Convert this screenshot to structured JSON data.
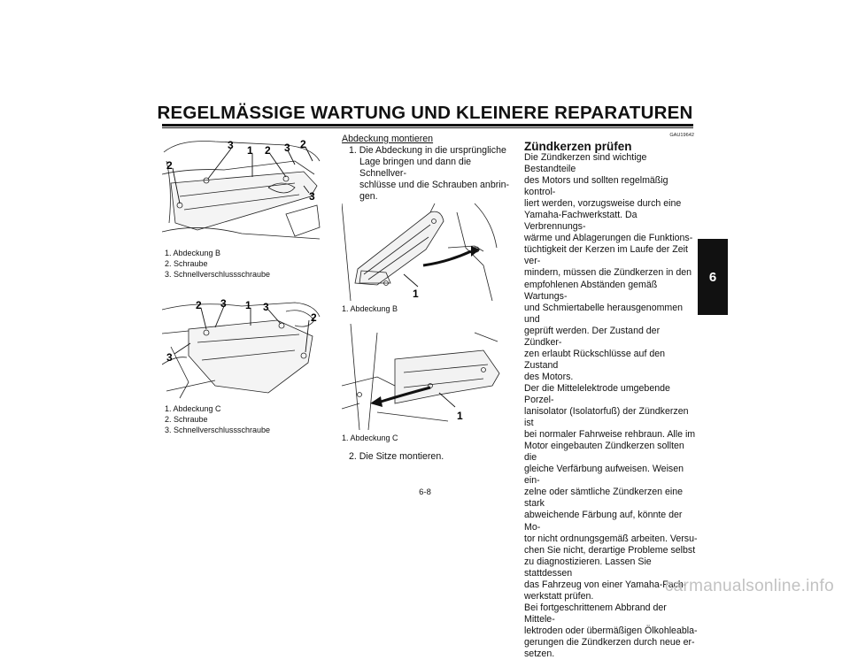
{
  "header": {
    "title": "REGELMÄSSIGE WARTUNG UND KLEINERE REPARATUREN"
  },
  "chapter_tab": "6",
  "page_number": "6-8",
  "watermark": "carmanualsonline.info",
  "left_column": {
    "figure1": {
      "callouts": [
        "3",
        "1",
        "2",
        "3",
        "2",
        "2",
        "3"
      ],
      "caption": [
        "1. Abdeckung B",
        "2. Schraube",
        "3. Schnellverschlussschraube"
      ]
    },
    "figure2": {
      "callouts": [
        "2",
        "3",
        "1",
        "3",
        "2",
        "3"
      ],
      "caption": [
        "1. Abdeckung C",
        "2. Schraube",
        "3. Schnellverschlussschraube"
      ]
    }
  },
  "middle_column": {
    "heading": "Abdeckung montieren",
    "step1": [
      "1. Die Abdeckung in die ursprüngliche",
      "Lage bringen und dann die Schnellver-",
      "schlüsse und die Schrauben anbrin-",
      "gen."
    ],
    "figure3": {
      "callout": "1",
      "caption": "1. Abdeckung B"
    },
    "figure4": {
      "callout": "1",
      "caption": "1. Abdeckung C"
    },
    "step2": "2. Die Sitze montieren."
  },
  "right_column": {
    "code": "GAU19642",
    "title": "Zündkerzen prüfen",
    "lines": [
      "Die Zündkerzen sind wichtige Bestandteile",
      "des Motors und sollten regelmäßig kontrol-",
      "liert werden, vorzugsweise durch eine",
      "Yamaha-Fachwerkstatt. Da Verbrennungs-",
      "wärme und Ablagerungen die Funktions-",
      "tüchtigkeit der Kerzen im Laufe der Zeit ver-",
      "mindern, müssen die Zündkerzen in den",
      "empfohlenen Abständen gemäß Wartungs-",
      "und Schmiertabelle herausgenommen und",
      "geprüft werden. Der Zustand der Zündker-",
      "zen erlaubt Rückschlüsse auf den Zustand",
      "des Motors.",
      "Der die Mittelelektrode umgebende Porzel-",
      "lanisolator (Isolatorfuß) der Zündkerzen ist",
      "bei normaler Fahrweise rehbraun. Alle im",
      "Motor eingebauten Zündkerzen sollten die",
      "gleiche Verfärbung aufweisen. Weisen ein-",
      "zelne oder sämtliche Zündkerzen eine stark",
      "abweichende Färbung auf, könnte der Mo-",
      "tor nicht ordnungsgemäß arbeiten. Versu-",
      "chen Sie nicht, derartige Probleme selbst",
      "zu diagnostizieren. Lassen Sie stattdessen",
      "das Fahrzeug von einer Yamaha-Fach-",
      "werkstatt prüfen.",
      "Bei fortgeschrittenem Abbrand der Mittele-",
      "lektroden oder übermäßigen Ölkohleabla-",
      "gerungen die Zündkerzen durch neue er-",
      "setzen."
    ]
  }
}
